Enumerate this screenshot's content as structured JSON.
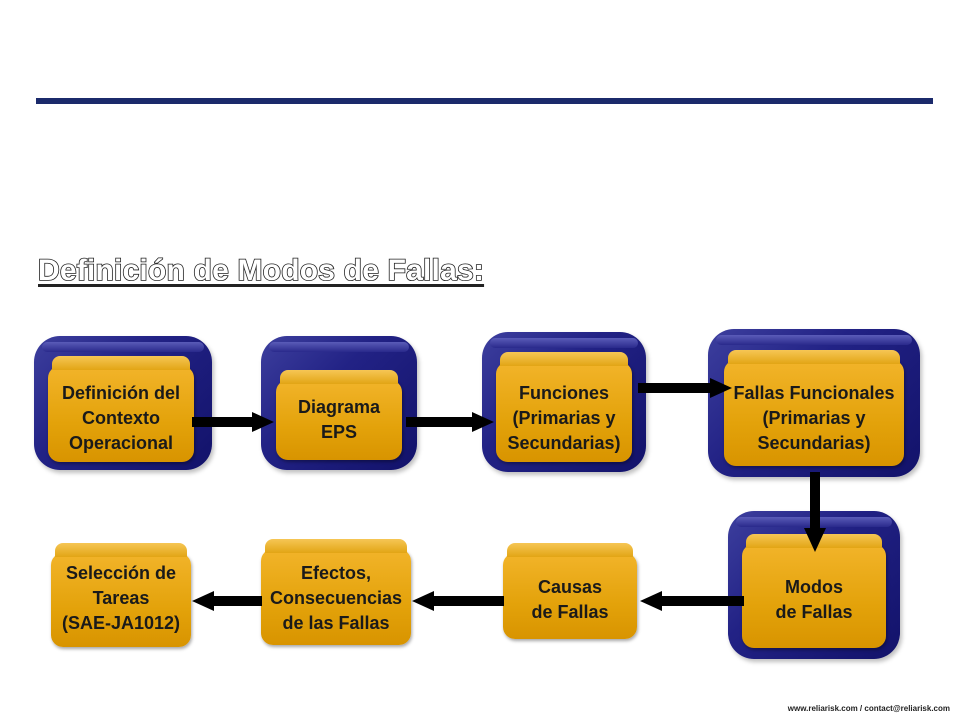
{
  "slide": {
    "title": "Definición de Modos de Fallas:",
    "footer": "www.reliarisk.com / contact@reliarisk.com"
  },
  "steps": [
    {
      "lines": [
        "Definición del",
        "Contexto",
        "Operacional"
      ]
    },
    {
      "lines": [
        "Diagrama",
        "EPS"
      ]
    },
    {
      "lines": [
        "Funciones",
        "(Primarias y",
        "Secundarias)"
      ]
    },
    {
      "lines": [
        "Fallas Funcionales",
        "(Primarias y",
        "Secundarias)"
      ]
    },
    {
      "lines": [
        "Modos",
        "de Fallas"
      ]
    },
    {
      "lines": [
        "Causas",
        "de Fallas"
      ]
    },
    {
      "lines": [
        "Efectos,",
        "Consecuencias",
        "de las Fallas"
      ]
    },
    {
      "lines": [
        "Selección de",
        "Tareas",
        "(SAE-JA1012)"
      ]
    }
  ],
  "colors": {
    "frame": "#222285",
    "box": "#e3a20a",
    "rule": "#1b2a6b",
    "arrow": "#000000"
  }
}
